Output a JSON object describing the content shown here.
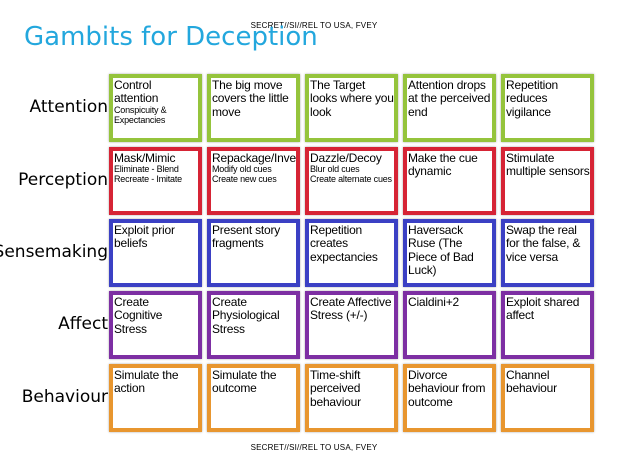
{
  "classification_top": "SECRET//SI//REL TO USA, FVEY",
  "classification_bottom": "SECRET//SI//REL TO USA, FVEY",
  "title": "Gambits for Deception",
  "rows": [
    {
      "label": "Attention",
      "color": "#95c43c",
      "cells": [
        {
          "main": "Control attention",
          "sub": [
            "Conspicuity &",
            "Expectancies"
          ]
        },
        {
          "main": "The big move covers the little move",
          "sub": []
        },
        {
          "main": "The Target looks where you look",
          "sub": []
        },
        {
          "main": "Attention drops at the perceived end",
          "sub": []
        },
        {
          "main": "Repetition reduces vigilance",
          "sub": []
        }
      ]
    },
    {
      "label": "Perception",
      "color": "#d62435",
      "cells": [
        {
          "main": "Mask/Mimic",
          "sub": [
            "Eliminate - Blend",
            "Recreate - Imitate"
          ]
        },
        {
          "main": "Repackage/Invent",
          "sub": [
            "Modify old cues",
            "Create new cues"
          ]
        },
        {
          "main": "Dazzle/Decoy",
          "sub": [
            "Blur old cues",
            "Create alternate cues"
          ]
        },
        {
          "main": "Make the cue dynamic",
          "sub": []
        },
        {
          "main": "Stimulate multiple sensors",
          "sub": []
        }
      ]
    },
    {
      "label": "Sensemaking",
      "color": "#3b40c4",
      "cells": [
        {
          "main": "Exploit prior beliefs",
          "sub": []
        },
        {
          "main": "Present story fragments",
          "sub": []
        },
        {
          "main": "Repetition creates expectancies",
          "sub": []
        },
        {
          "main": "Haversack Ruse (The Piece of Bad Luck)",
          "sub": []
        },
        {
          "main": "Swap the real for the false, & vice versa",
          "sub": []
        }
      ]
    },
    {
      "label": "Affect",
      "color": "#7d2fa3",
      "cells": [
        {
          "main": "Create Cognitive Stress",
          "sub": []
        },
        {
          "main": "Create Physiological Stress",
          "sub": []
        },
        {
          "main": "Create Affective Stress (+/-)",
          "sub": []
        },
        {
          "main": "Cialdini+2",
          "sub": []
        },
        {
          "main": "Exploit shared affect",
          "sub": []
        }
      ]
    },
    {
      "label": "Behaviour",
      "color": "#e8962f",
      "cells": [
        {
          "main": "Simulate the action",
          "sub": []
        },
        {
          "main": "Simulate the outcome",
          "sub": []
        },
        {
          "main": "Time-shift perceived behaviour",
          "sub": []
        },
        {
          "main": "Divorce behaviour from outcome",
          "sub": []
        },
        {
          "main": "Channel behaviour",
          "sub": []
        }
      ]
    }
  ]
}
